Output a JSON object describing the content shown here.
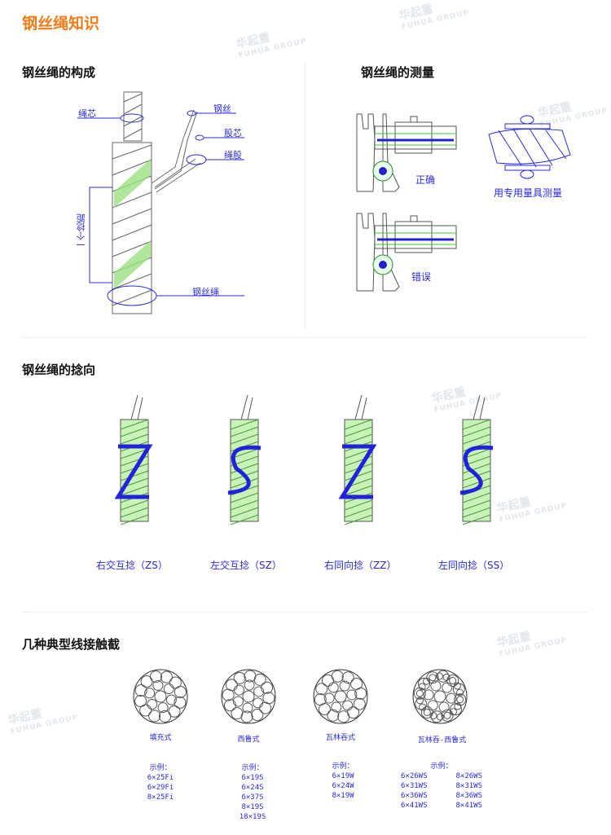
{
  "page_title": "钢丝绳知识",
  "watermark": {
    "cn": "华起重",
    "en": "FUHUA GROUP"
  },
  "composition": {
    "heading": "钢丝绳的构成",
    "labels": {
      "core": "绳芯",
      "wire": "钢丝",
      "strand_core": "股芯",
      "strand": "绳股",
      "lay_length": "一个捻距",
      "rope": "钢丝绳"
    }
  },
  "measurement": {
    "heading": "钢丝绳的测量",
    "correct": "正确",
    "wrong": "错误",
    "special_tool": "用专用量具测量"
  },
  "lay_direction": {
    "heading": "钢丝绳的捻向",
    "items": [
      {
        "label": "右交互捻（ZS）",
        "letter": "Z"
      },
      {
        "label": "左交互捻（SZ）",
        "letter": "S"
      },
      {
        "label": "右同向捻（ZZ）",
        "letter": "Z"
      },
      {
        "label": "左同向捻（SS）",
        "letter": "S"
      }
    ]
  },
  "contact": {
    "heading": "几种典型线接触截",
    "example_label": "示例：",
    "types": [
      {
        "name": "填充式",
        "examples": [
          "6×25Fi",
          "6×29Fi",
          "8×25Fi"
        ]
      },
      {
        "name": "西鲁式",
        "examples": [
          "6×19S",
          "6×24S",
          "6×37S",
          "8×19S",
          "18×19S"
        ]
      },
      {
        "name": "瓦林吞式",
        "examples": [
          "6×19W",
          "6×24W",
          "8×19W"
        ]
      },
      {
        "name": "瓦林吞-西鲁式",
        "examples": [
          "6×26WS",
          "6×31WS",
          "6×36WS",
          "6×41WS"
        ],
        "examples2": [
          "8×26WS",
          "8×31WS",
          "8×36WS",
          "8×41WS"
        ]
      }
    ]
  }
}
